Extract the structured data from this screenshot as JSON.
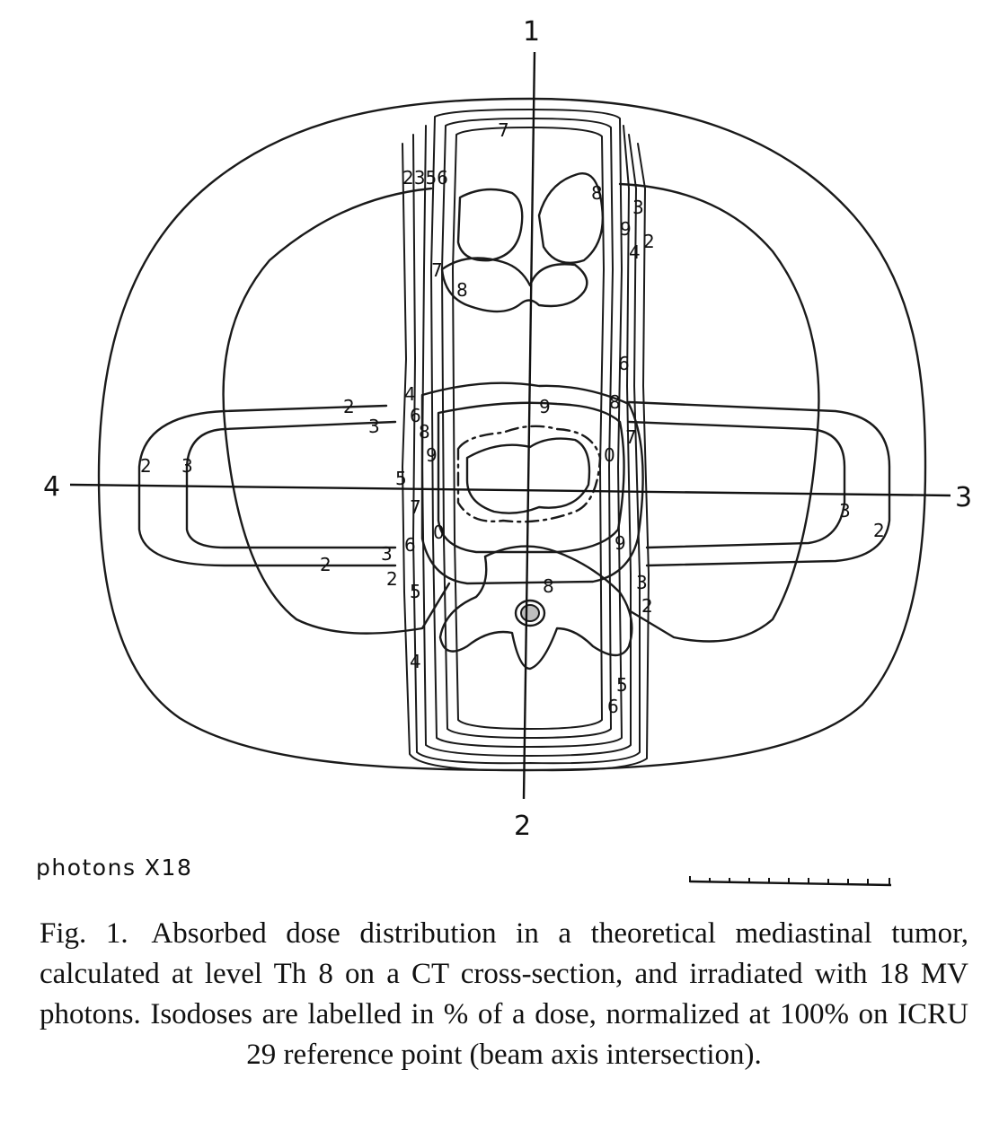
{
  "axes": {
    "axis_1": "1",
    "axis_2": "2",
    "axis_3": "3",
    "axis_4": "4"
  },
  "beam_label": "photons X18",
  "isodose_labels": {
    "top_stack": "2356",
    "top_7": "7",
    "top_right_8": "8",
    "top_right_9": "9",
    "top_right_3": "3",
    "top_right_4": "4",
    "top_right_2": "2",
    "upper_left_7": "7",
    "upper_8": "8",
    "mid_right_6": "6",
    "mid_right_8": "8",
    "center_9": "9",
    "left_2": "2",
    "left_3": "3",
    "left_4": "4",
    "left_6": "6",
    "left_8": "8",
    "left_9": "9",
    "far_left_2": "2",
    "far_left_3": "3",
    "left_5": "5",
    "left_7": "7",
    "center_0_left": "0",
    "center_0_right": "0",
    "right_7": "7",
    "far_right_3": "3",
    "far_right_2": "2",
    "low_left_3": "3",
    "low_left_2_line": "2",
    "low_left_6": "6",
    "low_left_2": "2",
    "low_left_5": "5",
    "low_right_9": "9",
    "low_center_8": "8",
    "low_right_3": "3",
    "low_right_2": "2",
    "bottom_left_4": "4",
    "bottom_right_5": "5",
    "bottom_right_6": "6"
  },
  "caption": {
    "figure_number": "Fig. 1.",
    "text": "Absorbed dose distribution in a theoretical mediastinal tumor, calculated at level Th 8 on a CT cross-section, and irradiated with 18 MV photons. Isodoses are labelled in % of a dose, normalized at 100% on ICRU 29 reference point (beam axis intersection)."
  }
}
